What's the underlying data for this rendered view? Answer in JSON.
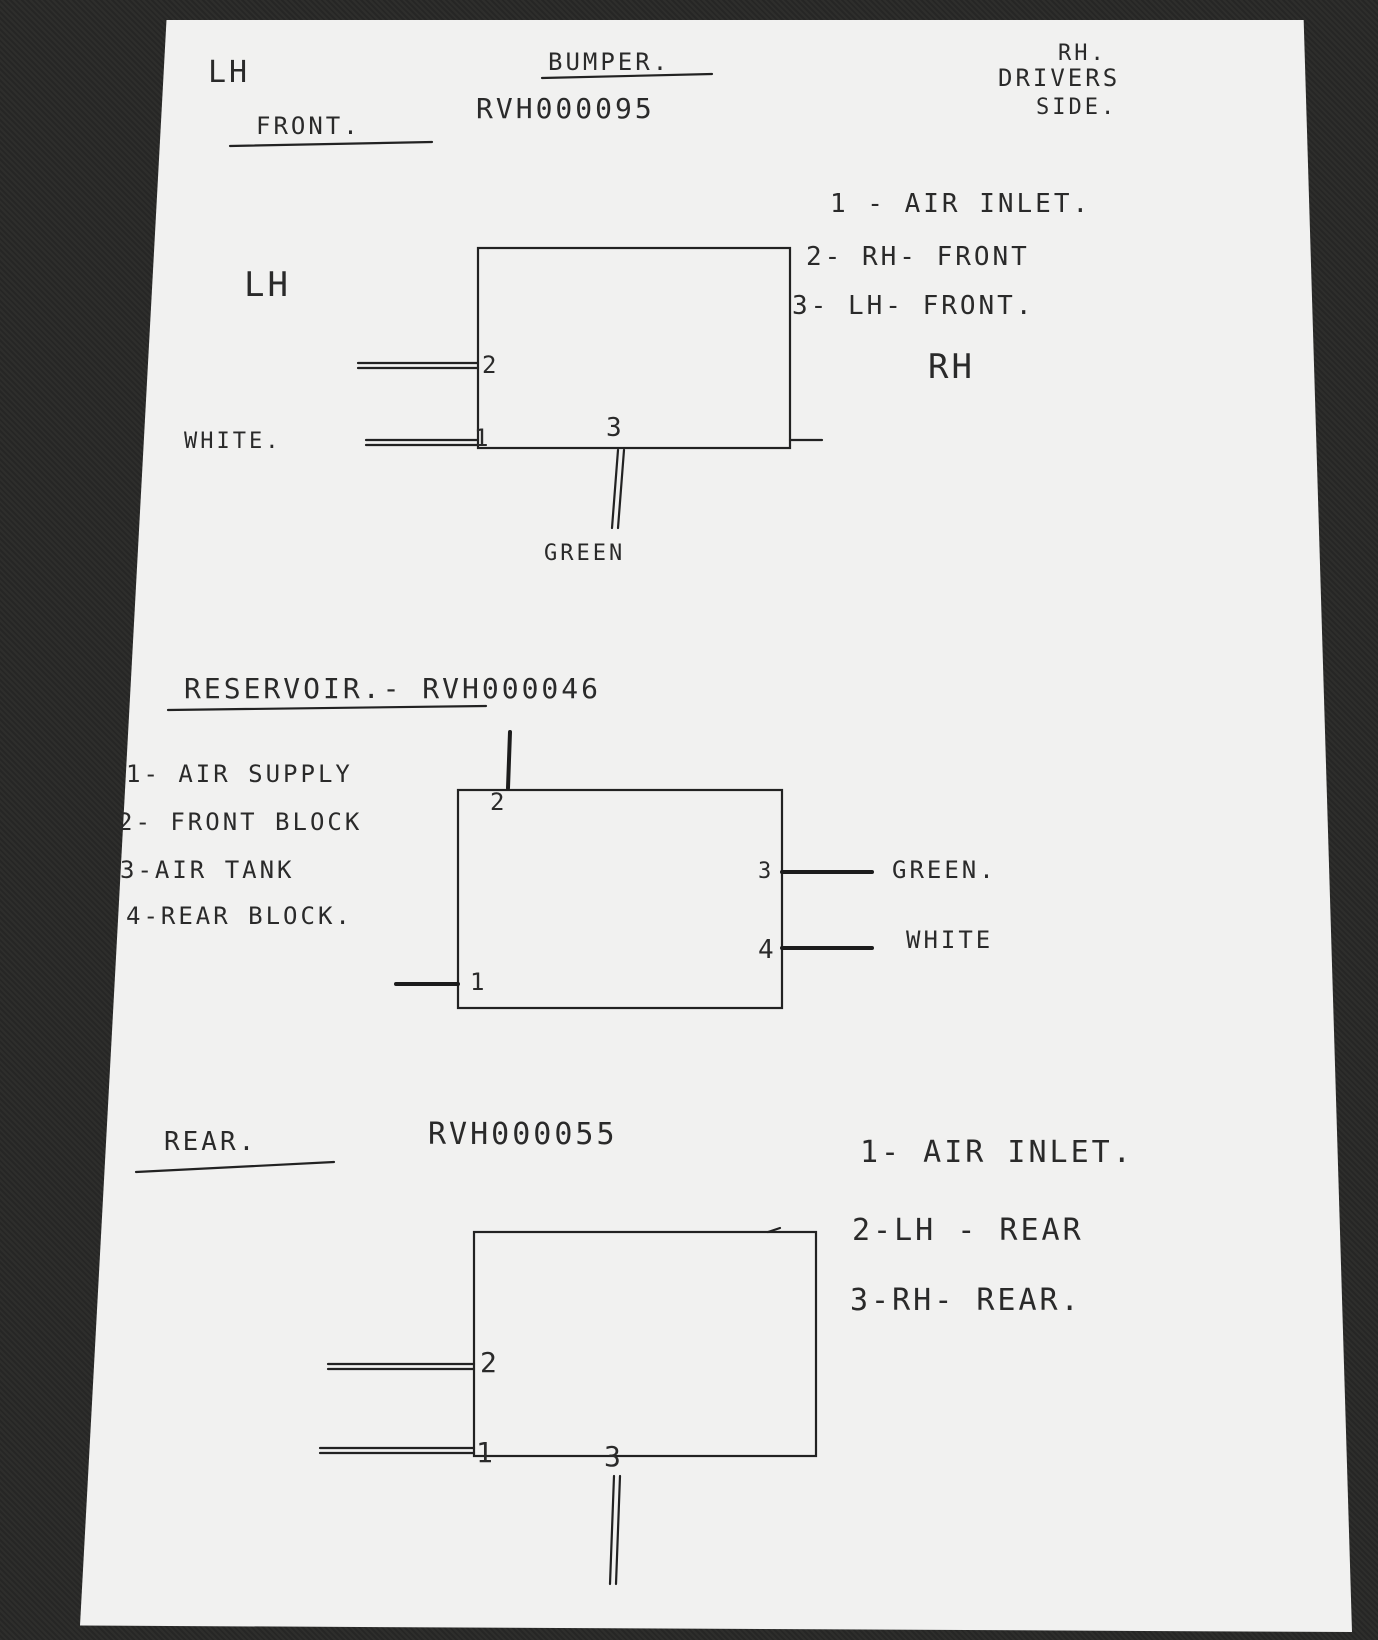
{
  "header": {
    "lh": "LH",
    "bumper": "BUMPER.",
    "rh_drivers_side": [
      "RH.",
      "DRIVERS",
      "SIDE."
    ],
    "front": "FRONT.",
    "front_part": "RVH000095"
  },
  "front_block": {
    "legend": [
      "1 - AIR INLET.",
      "2- RH- FRONT",
      "3- LH- FRONT."
    ],
    "side_left": "LH",
    "side_right": "RH",
    "port_labels": [
      "1",
      "2",
      "3"
    ],
    "pipe_labels": {
      "white": "WHITE.",
      "green": "GREEN"
    }
  },
  "reservoir": {
    "title": "RESERVOIR.- RVH000046",
    "legend": [
      "1- AIR SUPPLY",
      "2- FRONT BLOCK",
      "3-AIR TANK",
      "4-REAR BLOCK."
    ],
    "port_labels": [
      "1",
      "2",
      "3",
      "4"
    ],
    "pipe_labels": {
      "green": "GREEN.",
      "white": "WHITE"
    }
  },
  "rear_block": {
    "title": "REAR.",
    "part": "RVH000055",
    "legend": [
      "1- AIR INLET.",
      "2-LH - REAR",
      "3-RH- REAR."
    ],
    "port_labels": [
      "1",
      "2",
      "3"
    ]
  }
}
